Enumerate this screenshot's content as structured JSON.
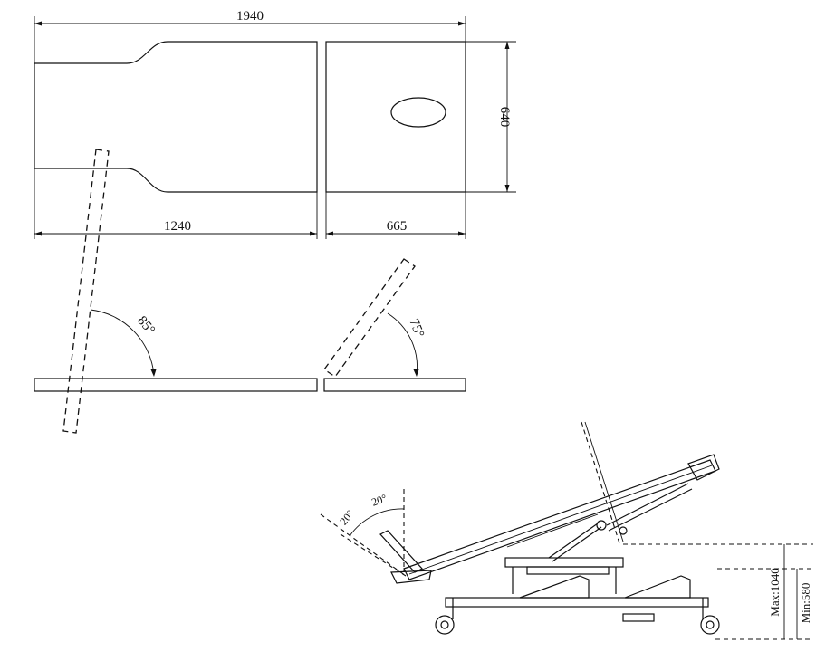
{
  "top_view": {
    "dim_total_length": "1940",
    "dim_width": "640",
    "dim_body_section": "1240",
    "dim_head_section": "665"
  },
  "side_view": {
    "angle_left": "85°",
    "angle_right": "75°"
  },
  "elevation_view": {
    "angle_a": "20°",
    "angle_b": "20°",
    "height_max": "Max:1040",
    "height_min": "Min:580"
  }
}
